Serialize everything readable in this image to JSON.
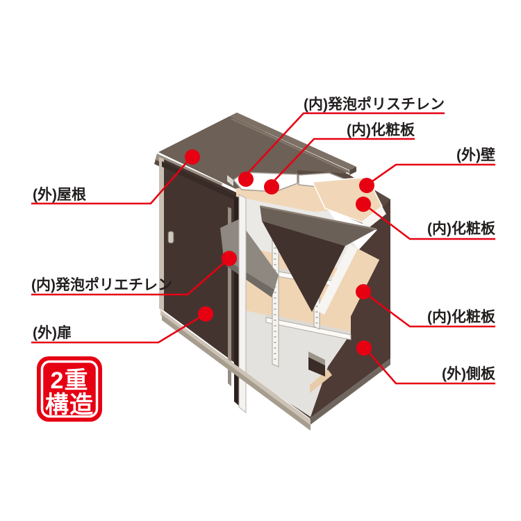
{
  "diagram": {
    "type": "product-structure-cutaway",
    "subject": "storage shed double-wall construction",
    "badge": {
      "line1": "2重",
      "line2": "構造"
    },
    "callouts": [
      {
        "id": "inner-polystyrene-foam",
        "label": "(内)発泡ポリスチレン"
      },
      {
        "id": "inner-board-top",
        "label": "(内)化粧板"
      },
      {
        "id": "outer-wall",
        "label": "(外)壁"
      },
      {
        "id": "outer-roof",
        "label": "(外)屋根"
      },
      {
        "id": "inner-board-right-upper",
        "label": "(内)化粧板"
      },
      {
        "id": "inner-polyethylene-foam",
        "label": "(内)発泡ポリエチレン"
      },
      {
        "id": "outer-door",
        "label": "(外)扉"
      },
      {
        "id": "inner-board-right-lower",
        "label": "(内)化粧板"
      },
      {
        "id": "outer-side-panel",
        "label": "(外)側板"
      }
    ],
    "colors": {
      "accent_red": "#e60012",
      "roof": "#6c6057",
      "front_wall": "#443430",
      "side_panel": "#4e3b35",
      "inner_board_peach": "#f1d7b7",
      "foam_white": "#ffffff",
      "door_foam_gray": "#8e8880",
      "trim_beige": "#c9c0b3",
      "label_text": "#221e1e"
    }
  }
}
